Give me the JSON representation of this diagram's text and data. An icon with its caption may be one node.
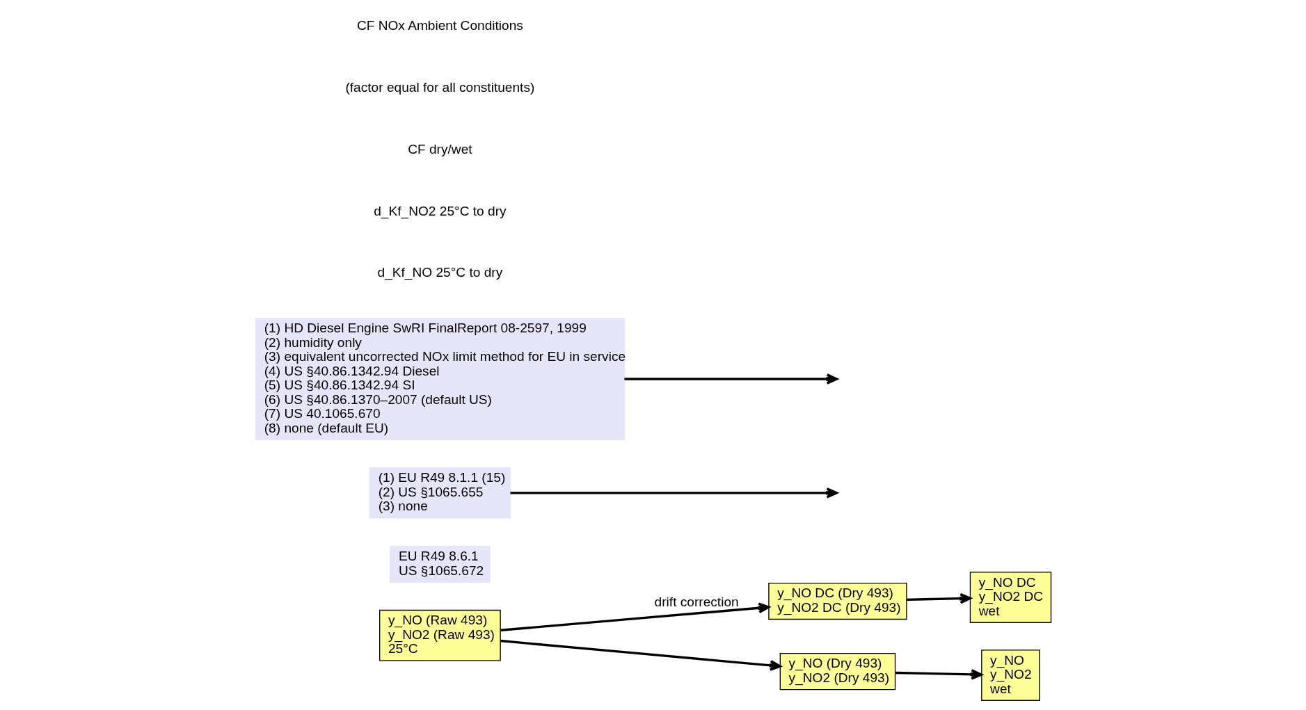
{
  "diagram": {
    "nodes": [
      {
        "text": [
          "y_NO (Raw 493)",
          "y_NO2 (Raw 493)",
          "25°C"
        ]
      },
      {
        "text": [
          "EU R49 8.6.1",
          "US §1065.672"
        ]
      },
      {
        "text": [
          "(1) EU R49 8.1.1 (15)",
          "(2) US §1065.655",
          "(3) none"
        ]
      },
      {
        "text": [
          "y_NO DC (Dry 493)",
          "y_NO2 DC (Dry 493)"
        ]
      },
      {
        "text": [
          "y_NO (Dry 493)",
          "y_NO2 (Dry 493)"
        ]
      },
      {
        "text": [
          "y_NO DC",
          "y_NO2 DC",
          "wet"
        ]
      },
      {
        "text": [
          "y_NO",
          "y_NO2",
          "wet"
        ]
      },
      {
        "text": [
          "(1) HD Diesel Engine SwRI FinalReport 08-2597, 1999",
          "(2) humidity only",
          "(3) equivalent uncorrected NOx limit method for EU in service",
          "(4) US §40.86.1342.94 Diesel",
          "(5) US §40.86.1342.94 SI",
          "(6) US §40.86.1370–2007 (default US)",
          "(7) US 40.1065.670",
          "(8) none (default EU)"
        ]
      }
    ],
    "edges": [
      {
        "from": 0,
        "to": 3,
        "arrow": "to",
        "label": "drift correction"
      },
      {
        "from": 0,
        "to": 4,
        "arrow": "to"
      },
      {
        "from": 3,
        "to": 5,
        "arrow": "to"
      },
      {
        "from": 4,
        "to": 6,
        "arrow": "to"
      },
      {
        "from": 2,
        "to": null,
        "arrow": "to"
      },
      {
        "from": 7,
        "to": null,
        "arrow": "to"
      }
    ],
    "labels": [
      "d_Kf_NO 25°C to dry",
      "d_Kf_NO2 25°C to dry",
      "CF dry/wet",
      "(factor equal for all constituents)",
      "CF NOx Ambient Conditions"
    ]
  }
}
